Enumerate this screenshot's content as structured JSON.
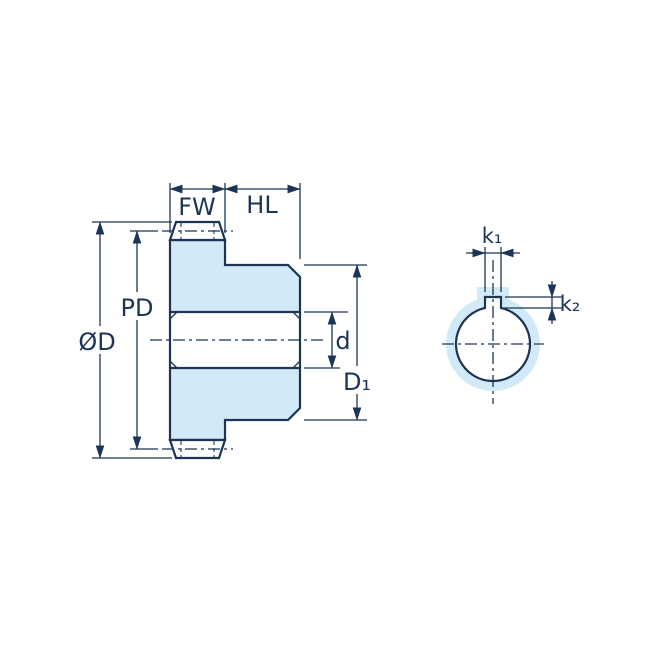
{
  "colors": {
    "line": "#1c3556",
    "fill": "#d2e9f7",
    "background": "#ffffff"
  },
  "cross_section": {
    "fw": "FW",
    "hl": "HL",
    "od": "ØD",
    "pd": "PD",
    "d": "d",
    "d1": "D₁"
  },
  "end_view": {
    "k1": "k₁",
    "k2": "k₂"
  }
}
